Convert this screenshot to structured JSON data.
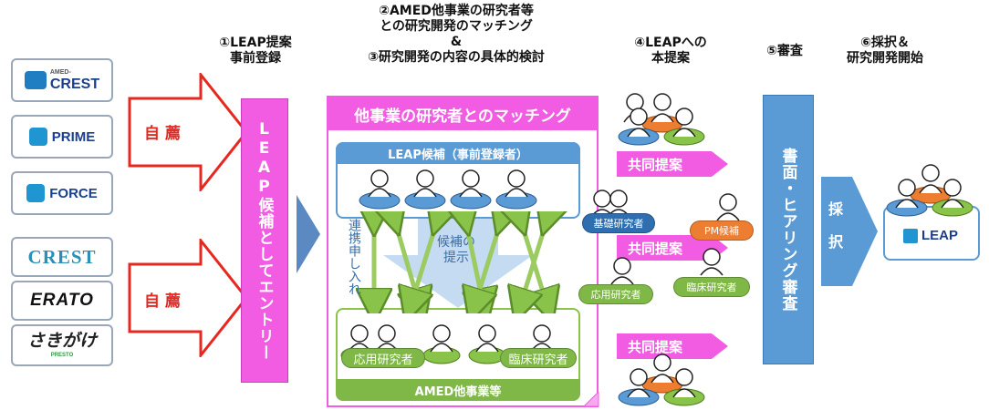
{
  "headers": {
    "step1": "①LEAP提案\n事前登録",
    "step2": "②AMED他事業の研究者等\nとの研究開発のマッチング\n&\n③研究開発の内容の具体的検討",
    "step4": "④LEAPへの\n本提案",
    "step5": "⑤審査",
    "step6": "⑥採択＆\n研究開発開始"
  },
  "logos": {
    "crest_amed": "CREST",
    "crest_amed_small": "AMED-",
    "prime": "PRIME",
    "force": "FORCE",
    "crest": "CREST",
    "erato": "ERATO",
    "sakigake": "さきがけ",
    "presto": "PRESTO"
  },
  "recommend_top": "自 薦",
  "recommend_bottom": "自 薦",
  "entry_bar": "LEAP候補としてエントリー",
  "matching": {
    "title": "他事業の研究者とのマッチング",
    "leap_candidates": "LEAP候補（事前登録者）",
    "request_label": "連携申し入れ",
    "suggest_label": "候補の\n提示",
    "researcher_left": "応用研究者",
    "researcher_right": "臨床研究者",
    "amed_label": "AMED他事業等"
  },
  "joint_proposal": "共同提案",
  "roles": {
    "basic": "基礎研究者",
    "pm": "PM候補",
    "applied": "応用研究者",
    "clinical": "臨床研究者"
  },
  "review_bar": "書面・ヒアリング審査",
  "adopt_label": "採\n択",
  "leap_logo": "LEAP",
  "colors": {
    "red": "#e8271f",
    "pink": "#f25ce3",
    "blue": "#5b9bd5",
    "green": "#8ac34a",
    "orange": "#ed7d31"
  }
}
